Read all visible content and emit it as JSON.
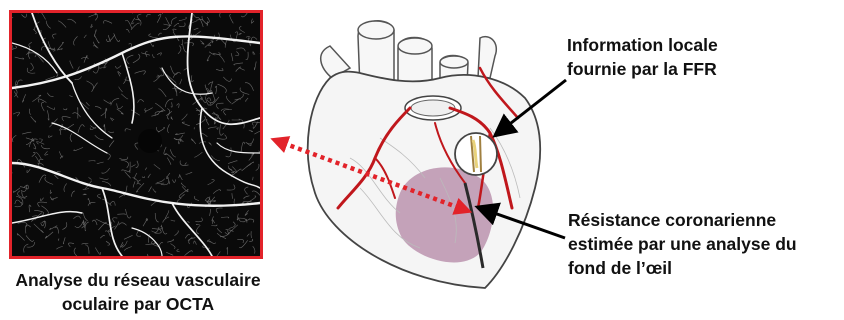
{
  "octa_caption": {
    "line1": "Analyse du réseau vasculaire",
    "line2": "oculaire par OCTA"
  },
  "ffr_label": {
    "line1": "Information locale",
    "line2": "fournie par la FFR"
  },
  "resistance_label": {
    "line1": "Résistance coronarienne",
    "line2": "estimée par une analyse du",
    "line3": "fond de l’œil"
  },
  "colors": {
    "frame_border": "#e2232a",
    "dotted_arrow": "#e2232a",
    "coronary_vessels": "#c0171c",
    "ischemic_area": "#9b5d86",
    "pointer_arrows": "#000000"
  }
}
